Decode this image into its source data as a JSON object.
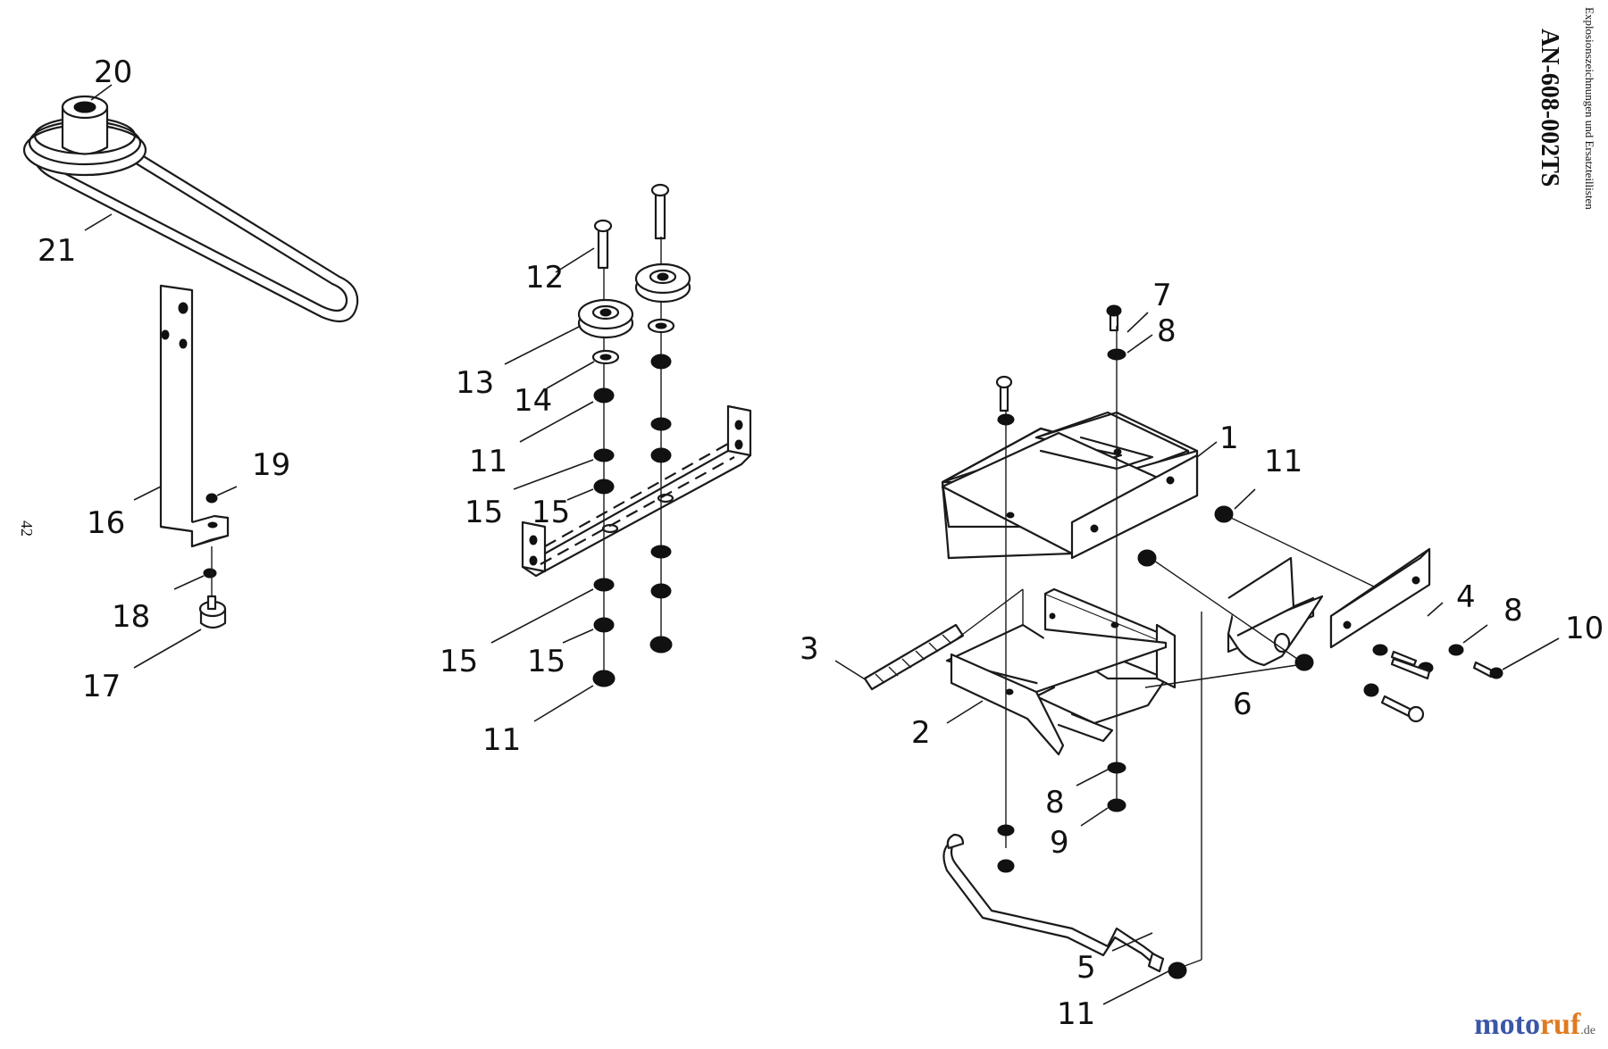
{
  "document": {
    "code": "AN-608-002TS",
    "subtitle": "Explosionszeichnungen und Ersatzteillisten",
    "page_number": "42"
  },
  "watermark": {
    "part1": "moto",
    "part2": "ruf",
    "suffix": ".de",
    "color1": "#3a56a8",
    "color2": "#e07a1f"
  },
  "labels": {
    "l20": "20",
    "l21": "21",
    "l16": "16",
    "l19": "19",
    "l18": "18",
    "l17": "17",
    "l12": "12",
    "l13": "13",
    "l14": "14",
    "l11a": "11",
    "l15a": "15",
    "l15b": "15",
    "l15c": "15",
    "l15d": "15",
    "l11b": "11",
    "l7": "7",
    "l8a": "8",
    "l1": "1",
    "l11c": "11",
    "l3": "3",
    "l4": "4",
    "l8b": "8",
    "l10": "10",
    "l6": "6",
    "l2": "2",
    "l8c": "8",
    "l9": "9",
    "l5": "5",
    "l11d": "11"
  }
}
